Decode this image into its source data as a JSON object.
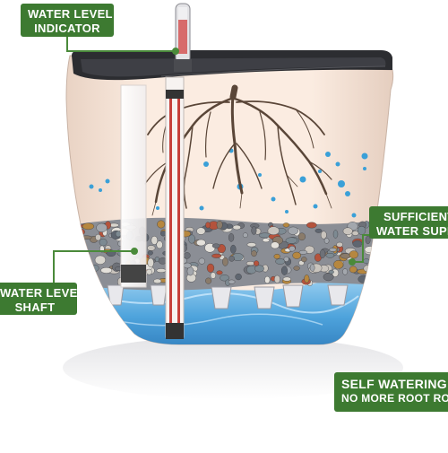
{
  "colors": {
    "callout_bg": "#3d7a31",
    "callout_line": "#4a8a3a",
    "planter_body": "#fbe9dc",
    "planter_rim": "#3a3b40",
    "water": "#5aaee0",
    "roots": "#5a4638"
  },
  "callouts": {
    "water_level_indicator": {
      "line1": "WATER LEVEL",
      "line2": "INDICATOR"
    },
    "water_level_shaft": {
      "line1": "WATER LEVEL",
      "line2": "SHAFT"
    },
    "sufficient_water_supply": {
      "line1": "SUFFICIENT",
      "line2": "WATER SUPPLY"
    },
    "self_watering": {
      "line1": "SELF WATERING",
      "line2": "NO MORE ROOT ROT"
    }
  },
  "icons": [
    "planter-illustration",
    "water-level-gauge-icon",
    "roots-illustration",
    "pebbles-illustration",
    "water-reservoir-illustration"
  ]
}
